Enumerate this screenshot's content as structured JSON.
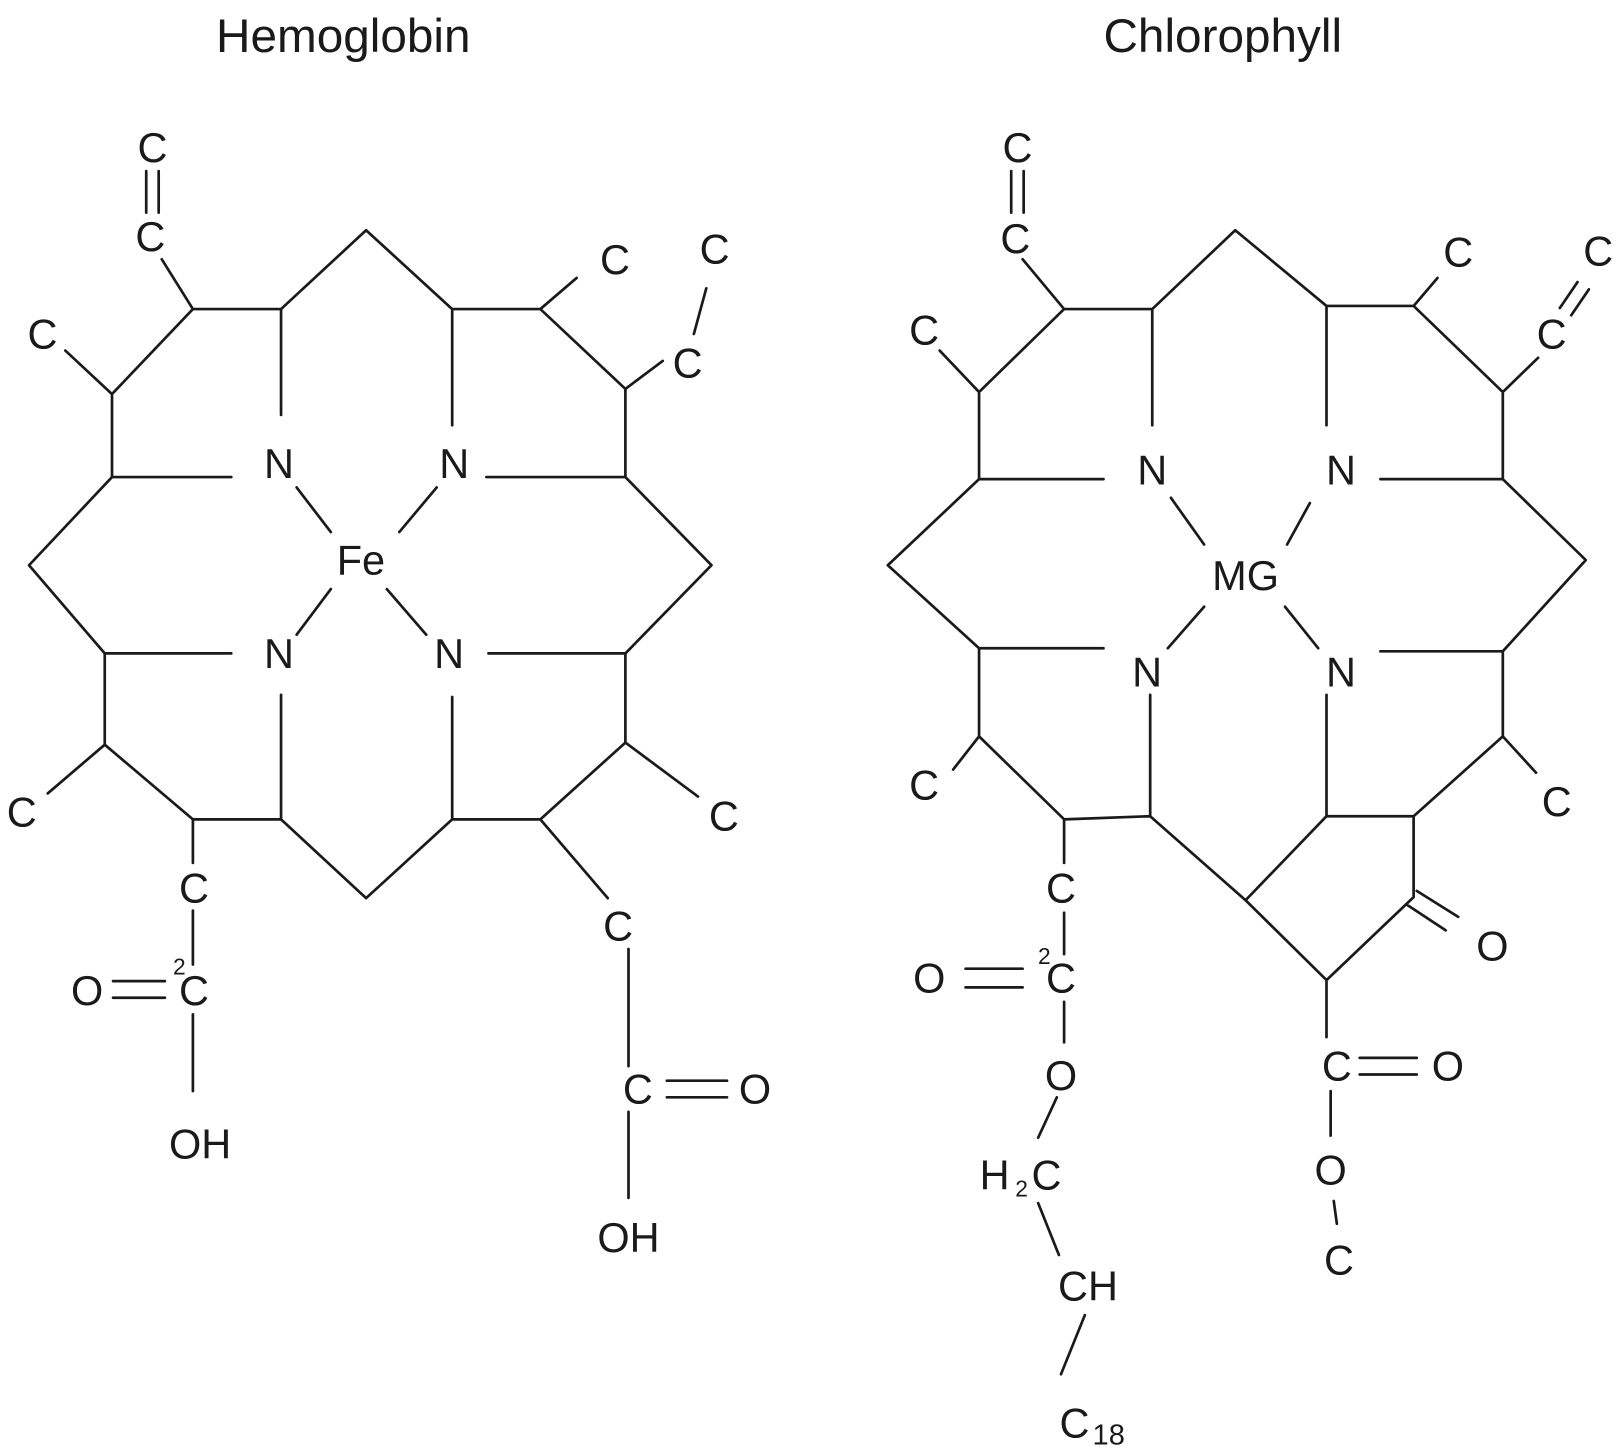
{
  "hemoglobin": {
    "title": "Hemoglobin",
    "labels": [
      "C",
      "C",
      "C",
      "C",
      "C",
      "C",
      "N",
      "N",
      "N",
      "N",
      "Fe",
      "C",
      "C",
      "2",
      "C",
      "O",
      "OH",
      "C",
      "C",
      "C",
      "O",
      "OH"
    ]
  },
  "chlorophyll": {
    "title": "Chlorophyll",
    "labels": [
      "C",
      "C",
      "C",
      "C",
      "C",
      "C",
      "N",
      "N",
      "N",
      "N",
      "MG",
      "C",
      "C",
      "C",
      "2",
      "C",
      "O",
      "O",
      "H",
      "2",
      "C",
      "CH",
      "C",
      "18",
      "O",
      "C",
      "O",
      "O",
      "C"
    ]
  }
}
